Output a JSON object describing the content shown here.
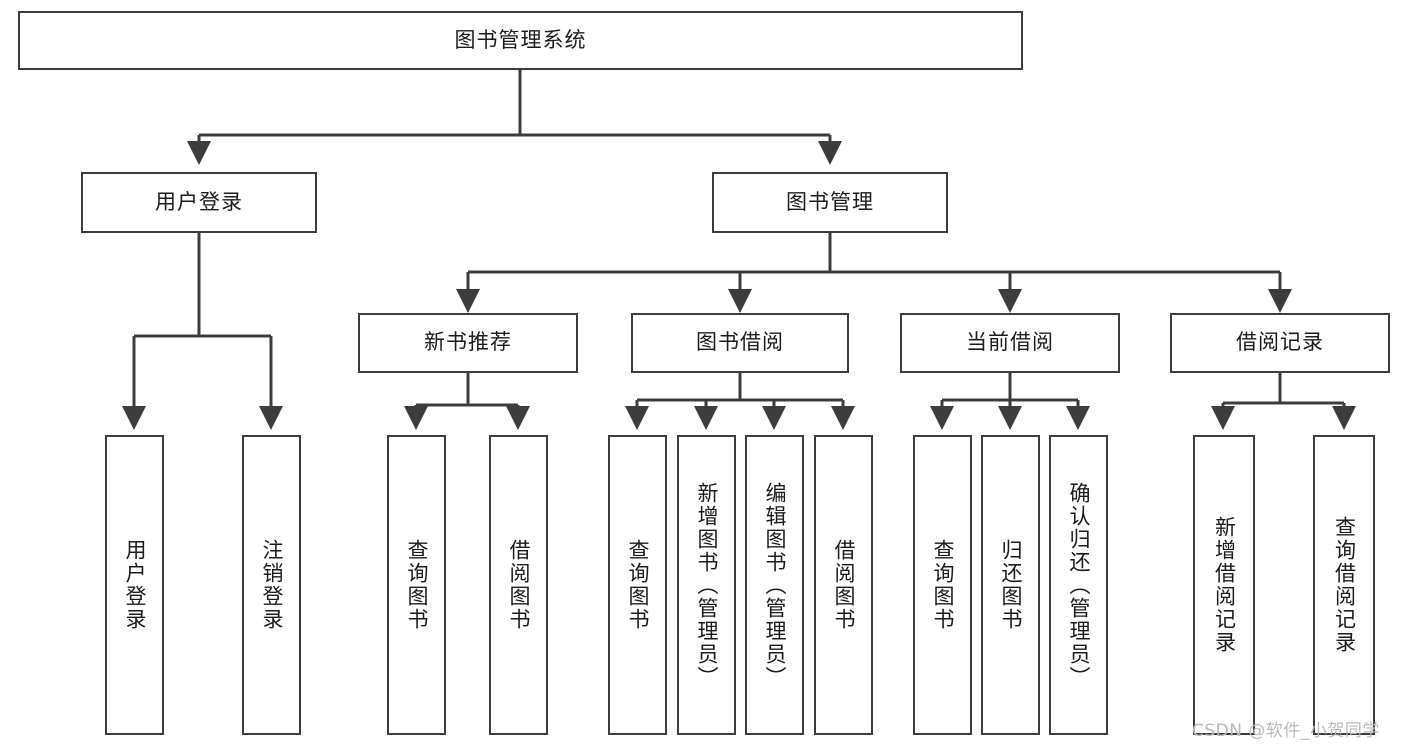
{
  "diagram": {
    "type": "tree-hierarchy",
    "title": "图书管理系统",
    "watermark": "CSDN @软件_小贺同学",
    "colors": {
      "background": "#ffffff",
      "stroke": "#3c3c3c",
      "text": "#1b1b1b",
      "watermark": "#b9b9b9"
    },
    "nodes": {
      "root": {
        "label": "图书管理系统",
        "orientation": "horizontal"
      },
      "level1": [
        {
          "id": "user-login",
          "label": "用户登录",
          "orientation": "horizontal"
        },
        {
          "id": "book-manage",
          "label": "图书管理",
          "orientation": "horizontal"
        }
      ],
      "level2": [
        {
          "id": "new-book-recommend",
          "label": "新书推荐",
          "orientation": "horizontal"
        },
        {
          "id": "book-borrow",
          "label": "图书借阅",
          "orientation": "horizontal"
        },
        {
          "id": "current-borrow",
          "label": "当前借阅",
          "orientation": "horizontal"
        },
        {
          "id": "borrow-record",
          "label": "借阅记录",
          "orientation": "horizontal"
        }
      ],
      "leaves": [
        {
          "id": "leaf-user-login",
          "parent": "user-login",
          "label": "用户登录",
          "orientation": "vertical"
        },
        {
          "id": "leaf-logout-login",
          "parent": "user-login",
          "label": "注销登录",
          "orientation": "vertical"
        },
        {
          "id": "leaf-query-book-1",
          "parent": "new-book-recommend",
          "label": "查询图书",
          "orientation": "vertical"
        },
        {
          "id": "leaf-borrow-book-1",
          "parent": "new-book-recommend",
          "label": "借阅图书",
          "orientation": "vertical"
        },
        {
          "id": "leaf-query-book-2",
          "parent": "book-borrow",
          "label": "查询图书",
          "orientation": "vertical"
        },
        {
          "id": "leaf-add-book",
          "parent": "book-borrow",
          "label": "新增图书（管理员）",
          "orientation": "vertical"
        },
        {
          "id": "leaf-edit-book",
          "parent": "book-borrow",
          "label": "编辑图书（管理员）",
          "orientation": "vertical"
        },
        {
          "id": "leaf-borrow-book-2",
          "parent": "book-borrow",
          "label": "借阅图书",
          "orientation": "vertical"
        },
        {
          "id": "leaf-query-book-3",
          "parent": "current-borrow",
          "label": "查询图书",
          "orientation": "vertical"
        },
        {
          "id": "leaf-return-book",
          "parent": "current-borrow",
          "label": "归还图书",
          "orientation": "vertical"
        },
        {
          "id": "leaf-confirm-return",
          "parent": "current-borrow",
          "label": "确认归还（管理员）",
          "orientation": "vertical"
        },
        {
          "id": "leaf-add-record",
          "parent": "borrow-record",
          "label": "新增借阅记录",
          "orientation": "vertical"
        },
        {
          "id": "leaf-query-record",
          "parent": "borrow-record",
          "label": "查询借阅记录",
          "orientation": "vertical"
        }
      ]
    }
  }
}
